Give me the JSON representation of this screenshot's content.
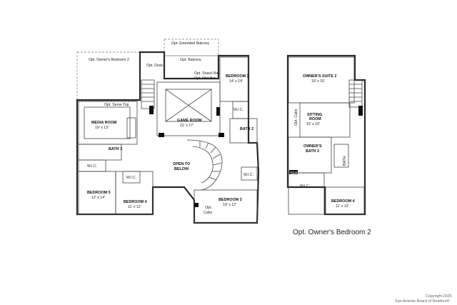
{
  "left_plan": {
    "rooms": {
      "opt_owners_bedroom2": "Opt. Owner's Bedroom 2",
      "opt_ext_balcony": "Opt. Extended Balcony",
      "opt_balcony": "Opt. Balcony",
      "opt_desk": "Opt. Desk",
      "opt_snack_bar": "Opt. Snack Bar",
      "opt_wet_bar": "Opt. Wet Bar",
      "bedroom2_name": "BEDROOM 2",
      "bedroom2_size": "14' x 14'",
      "opt_serve_top": "Opt. Serve Top",
      "media_name": "MEDIA ROOM",
      "media_size": "19' x 13'",
      "game_name": "GAME ROOM",
      "game_size": "21' x 17'",
      "wic_a": "W.I.C.",
      "bath2": "BATH 2",
      "bath3": "BATH 3",
      "wic_b": "W.I.C.",
      "open_below_1": "OPEN TO",
      "open_below_2": "BELOW",
      "wic_c": "W.I.C.",
      "wic_d": "W.I.C.",
      "bedroom5_name": "BEDROOM 5",
      "bedroom5_size": "12' x 14'",
      "bedroom4_name": "BEDROOM 4",
      "bedroom4_size": "11' x 12'",
      "bedroom3_name": "BEDROOM 3",
      "bedroom3_size": "19' x 12'",
      "opt_cabs_1": "Opt.",
      "opt_cabs_2": "Cabs"
    }
  },
  "right_plan": {
    "rooms": {
      "suite_name": "OWNER'S SUITE 2",
      "suite_size": "19' x 15'",
      "opt_cabs": "Opt. Cabs",
      "sitting_name": "SITTING",
      "sitting_name2": "ROOM",
      "sitting_size": "15' x 10'",
      "owners_bath_1": "OWNER'S",
      "owners_bath_2": "BATH 2",
      "bath_v": "BATH",
      "seat": "SEAT",
      "wic": "W.I.C.",
      "bedroom4_name": "BEDROOM 4",
      "bedroom4_size": "11' x 12'"
    },
    "caption": "Opt. Owner's Bedroom 2"
  },
  "copyright": {
    "line1": "Copyright 2025",
    "line2": "San Antonio Board of Realtors®"
  }
}
